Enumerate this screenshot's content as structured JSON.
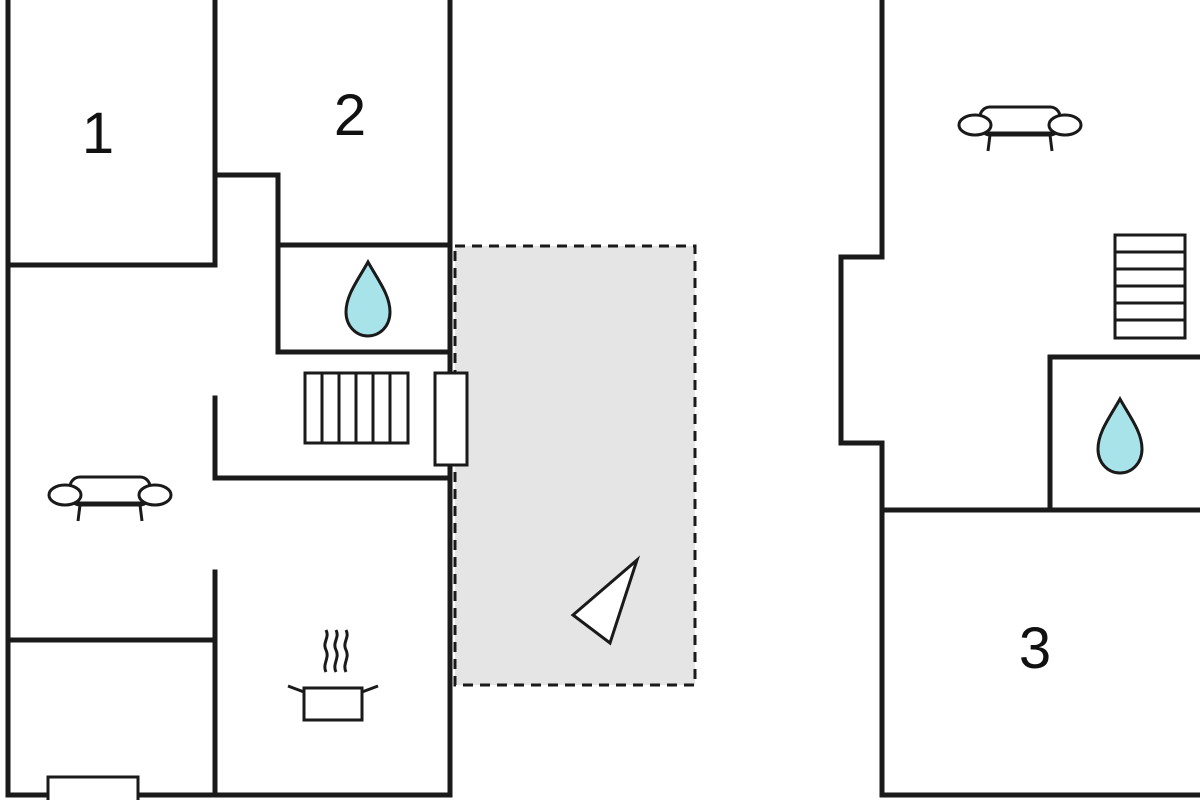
{
  "rooms": {
    "bedroom_1": "1",
    "bedroom_2": "2",
    "bedroom_3": "3"
  },
  "icons": {
    "sofa": "sofa-icon",
    "water": "water-drop-icon",
    "stairs": "stairs-icon",
    "kitchen": "cooking-pot-icon",
    "terrace": "terrace-triangle-icon"
  },
  "colors": {
    "wall": "#1a1a1a",
    "terrace_fill": "#e5e5e5",
    "water": "#a9e3ea"
  }
}
